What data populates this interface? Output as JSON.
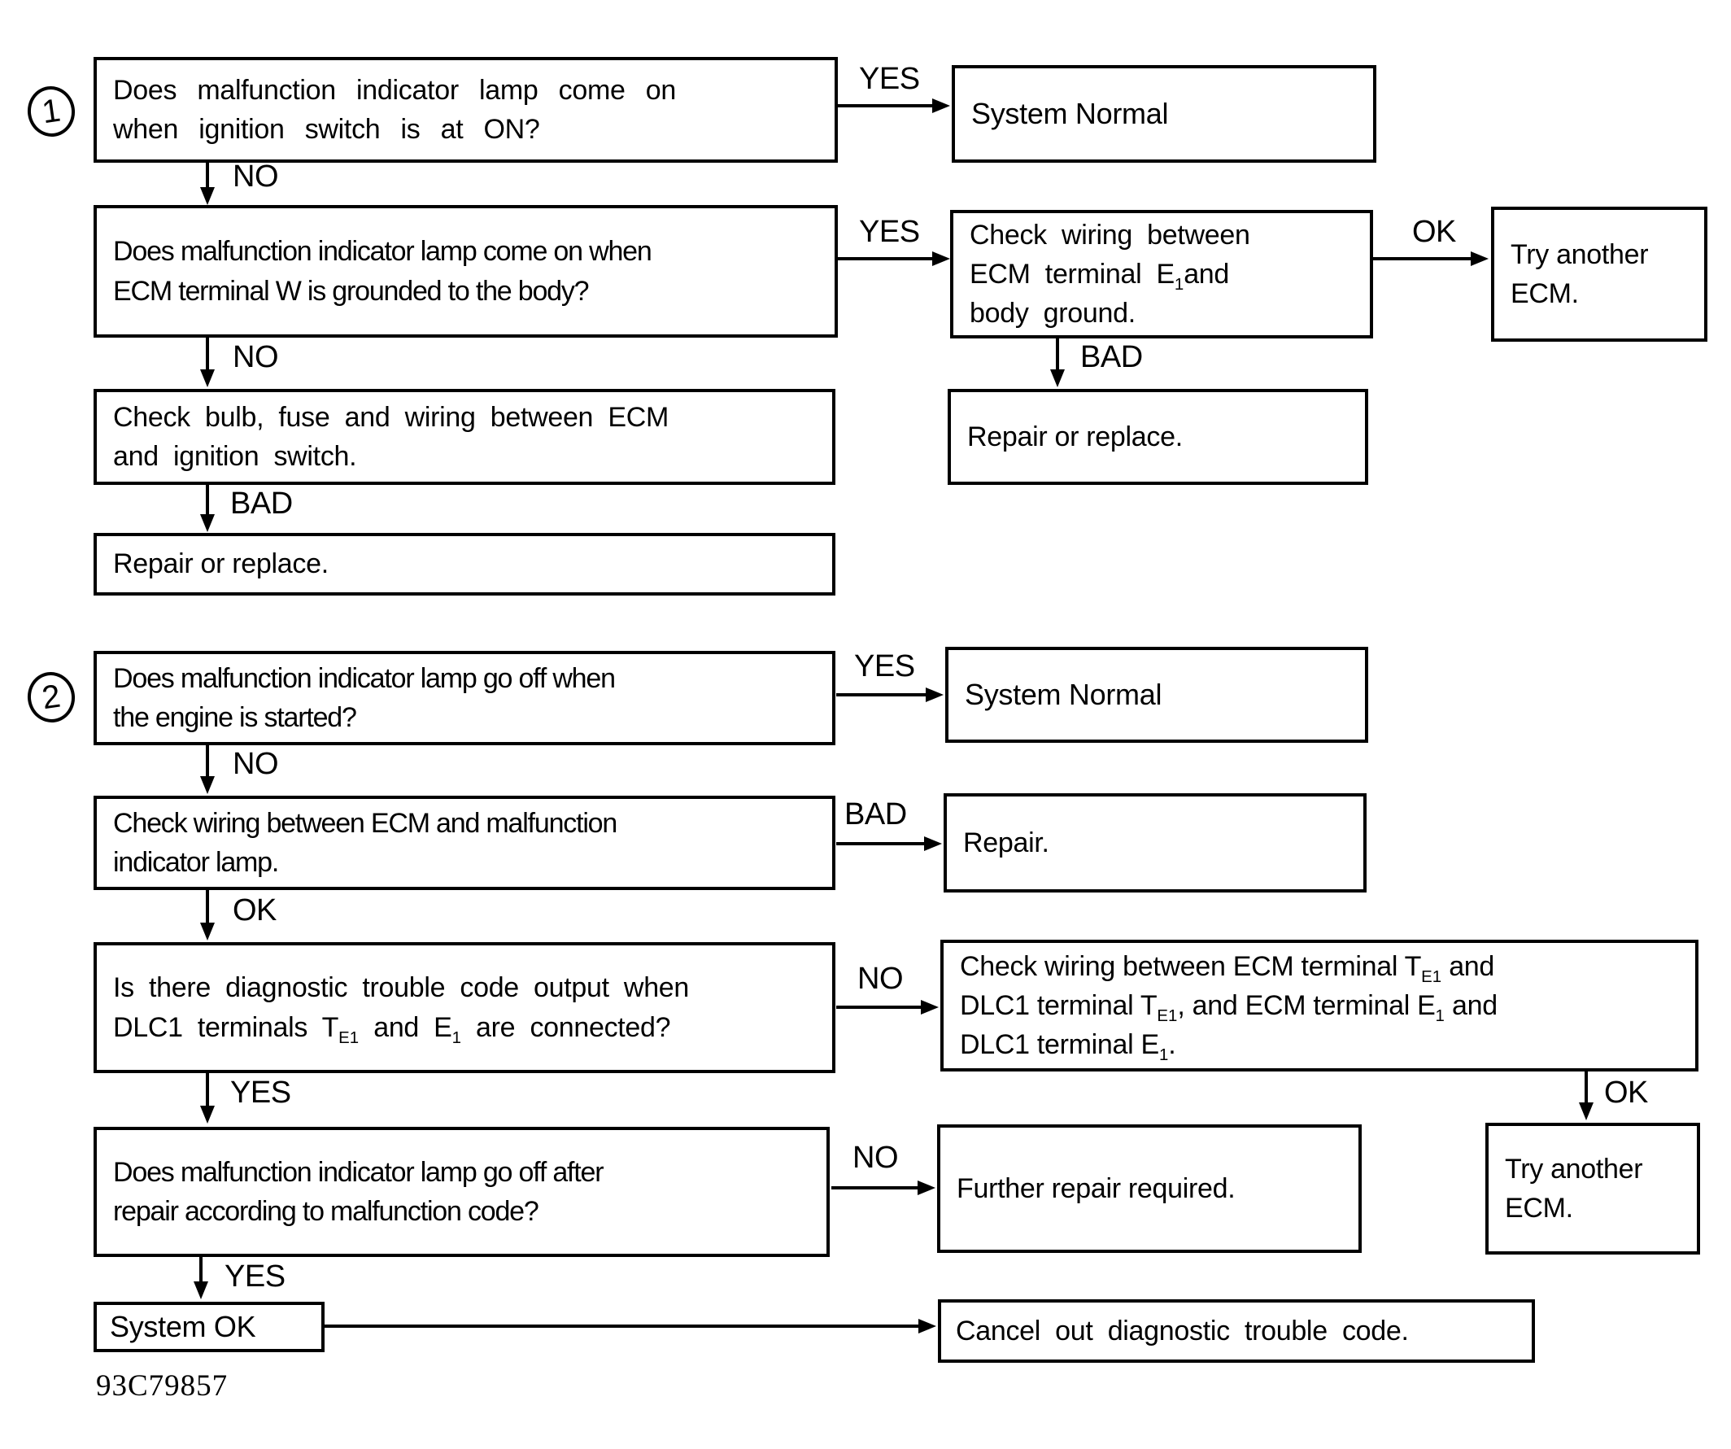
{
  "page": {
    "figure_code": "93C79857",
    "ink_color": "#000000",
    "paper_color": "#ffffff"
  },
  "section1": {
    "badge": "1",
    "boxes": {
      "mil_on_ignition": {
        "lines": [
          [
            {
              "t": "Does malfunction indicator lamp come on"
            }
          ],
          [
            {
              "t": "when ignition switch is at ON?"
            }
          ]
        ]
      },
      "system_normal": {
        "lines": [
          [
            {
              "t": "System Normal"
            }
          ]
        ]
      },
      "mil_on_grounded": {
        "lines": [
          [
            {
              "t": "Does malfunction indicator lamp come on when"
            }
          ],
          [
            {
              "t": "ECM terminal W is grounded to the body?"
            }
          ]
        ]
      },
      "check_wiring_e1_ground": {
        "lines": [
          [
            {
              "t": "Check wiring between"
            }
          ],
          [
            {
              "t": "ECM terminal E"
            },
            {
              "sub": "1"
            },
            {
              "t": "and"
            }
          ],
          [
            {
              "t": "body ground."
            }
          ]
        ]
      },
      "try_another_ecm": {
        "lines": [
          [
            {
              "t": "Try another"
            }
          ],
          [
            {
              "t": "ECM."
            }
          ]
        ]
      },
      "repair_or_replace_wiring": {
        "lines": [
          [
            {
              "t": "Repair or replace."
            }
          ]
        ]
      },
      "check_bulb_fuse": {
        "lines": [
          [
            {
              "t": "Check bulb, fuse and wiring between ECM"
            }
          ],
          [
            {
              "t": "and ignition switch."
            }
          ]
        ]
      },
      "repair_or_replace_bulb": {
        "lines": [
          [
            {
              "t": "Repair or replace."
            }
          ]
        ]
      }
    },
    "connectors": {
      "q1_yes": "YES",
      "q1_no": "NO",
      "q2_yes": "YES",
      "wiring_ok": "OK",
      "wiring_bad": "BAD",
      "q2_no": "NO",
      "bulb_bad": "BAD"
    }
  },
  "section2": {
    "badge": "2",
    "boxes": {
      "mil_off_engine_started": {
        "lines": [
          [
            {
              "t": "Does malfunction indicator lamp go off when"
            }
          ],
          [
            {
              "t": "the engine is started?"
            }
          ]
        ]
      },
      "system_normal": {
        "lines": [
          [
            {
              "t": "System Normal"
            }
          ]
        ]
      },
      "check_wiring_mil": {
        "lines": [
          [
            {
              "t": "Check wiring between ECM and malfunction"
            }
          ],
          [
            {
              "t": "indicator lamp."
            }
          ]
        ]
      },
      "repair": {
        "lines": [
          [
            {
              "t": "Repair."
            }
          ]
        ]
      },
      "dtc_output": {
        "lines": [
          [
            {
              "t": "Is there diagnostic trouble code output when"
            }
          ],
          [
            {
              "t": "DLC1 terminals T"
            },
            {
              "sub": "E1"
            },
            {
              "t": " and E"
            },
            {
              "sub": "1"
            },
            {
              "t": " are connected?"
            }
          ]
        ]
      },
      "check_wiring_te1": {
        "lines": [
          [
            {
              "t": "Check wiring between ECM terminal T"
            },
            {
              "sub": "E1"
            },
            {
              "t": " and"
            }
          ],
          [
            {
              "t": "DLC1 terminal T"
            },
            {
              "sub": "E1"
            },
            {
              "t": ", and ECM terminal E"
            },
            {
              "sub": "1"
            },
            {
              "t": " and"
            }
          ],
          [
            {
              "t": "DLC1 terminal E"
            },
            {
              "sub": "1"
            },
            {
              "t": "."
            }
          ]
        ]
      },
      "mil_off_after_repair": {
        "lines": [
          [
            {
              "t": "Does malfunction indicator lamp go off after"
            }
          ],
          [
            {
              "t": "repair according to malfunction code?"
            }
          ]
        ]
      },
      "further_repair": {
        "lines": [
          [
            {
              "t": "Further repair required."
            }
          ]
        ]
      },
      "try_another_ecm": {
        "lines": [
          [
            {
              "t": "Try another"
            }
          ],
          [
            {
              "t": "ECM."
            }
          ]
        ]
      },
      "system_ok": {
        "lines": [
          [
            {
              "t": "System OK"
            }
          ]
        ]
      },
      "cancel_dtc": {
        "lines": [
          [
            {
              "t": "Cancel out diagnostic trouble code."
            }
          ]
        ]
      }
    },
    "connectors": {
      "q1_yes": "YES",
      "q1_no": "NO",
      "wiring_bad": "BAD",
      "wiring_ok": "OK",
      "dtc_no": "NO",
      "dtc_yes": "YES",
      "te1_ok": "OK",
      "repair_no": "NO",
      "repair_yes": "YES"
    }
  }
}
